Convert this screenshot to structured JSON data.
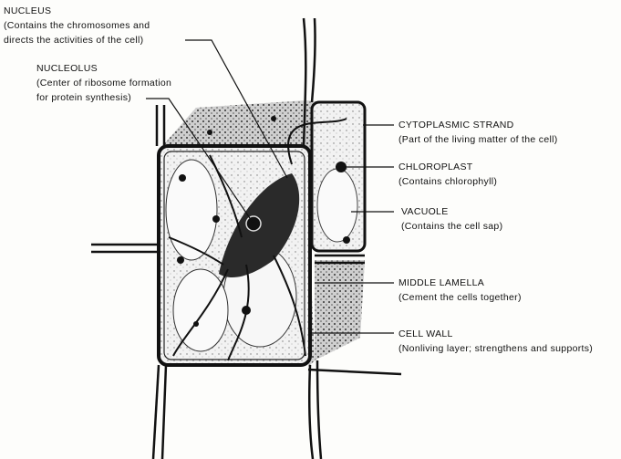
{
  "labels": {
    "nucleus": {
      "title": "NUCLEUS",
      "desc_line1": "(Contains the chromosomes and",
      "desc_line2": "directs the activities of the cell)"
    },
    "nucleolus": {
      "title": "NUCLEOLUS",
      "desc_line1": "(Center of ribosome formation",
      "desc_line2": "for protein synthesis)"
    },
    "cytoplasmic_strand": {
      "title": "CYTOPLASMIC STRAND",
      "desc": "(Part of the living matter of the cell)"
    },
    "chloroplast": {
      "title": "CHLOROPLAST",
      "desc": "(Contains chlorophyll)"
    },
    "vacuole": {
      "title": "VACUOLE",
      "desc": "(Contains the cell sap)"
    },
    "middle_lamella": {
      "title": "MIDDLE LAMELLA",
      "desc": "(Cement the cells together)"
    },
    "cell_wall": {
      "title": "CELL WALL",
      "desc": "(Nonliving layer; strengthens and supports)"
    }
  }
}
